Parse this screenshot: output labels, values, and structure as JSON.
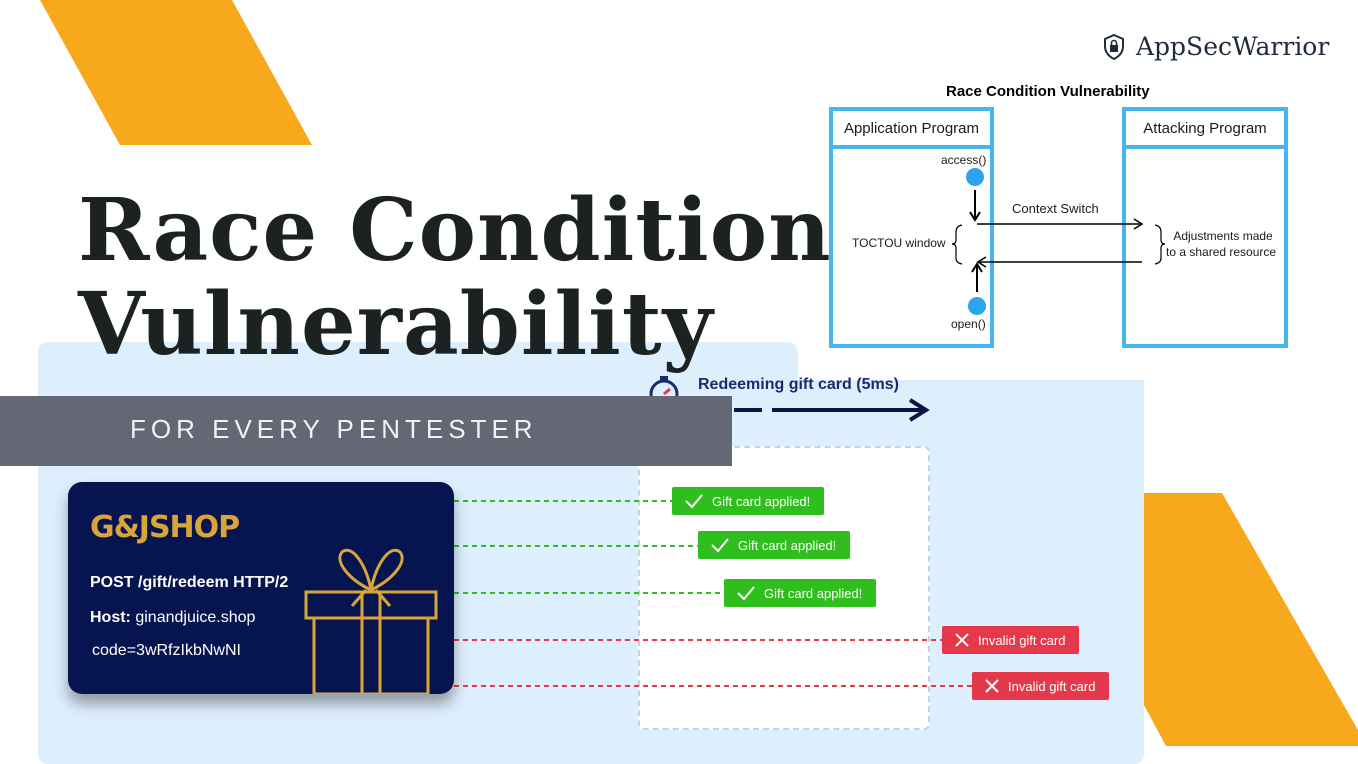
{
  "brand": {
    "name": "AppSecWarrior",
    "icon": "shield-lock-icon"
  },
  "headline": {
    "line1": "Race Condition",
    "line2": "Vulnerability"
  },
  "subtitle": "FOR EVERY PENTESTER",
  "colors": {
    "accent_orange": "#f8a81d",
    "panel_blue": "#ddeefc",
    "card_navy": "#061450",
    "success": "#2fbe1e",
    "error": "#e5394b",
    "lane_blue": "#4ab4ee"
  },
  "redeem": {
    "label": "Redeeming gift card (5ms)",
    "icon": "stopwatch-icon"
  },
  "gift_card": {
    "logo": "G&JSHOP",
    "method_line": "POST /gift/redeem HTTP/2",
    "host_key": "Host:",
    "host_value": " ginandjuice.shop",
    "code_line": "code=3wRfzIkbNwNI",
    "icon": "gift-box-icon"
  },
  "results": [
    {
      "text": "Gift card applied!",
      "status": "success",
      "icon": "check-icon"
    },
    {
      "text": "Gift card applied!",
      "status": "success",
      "icon": "check-icon"
    },
    {
      "text": "Gift card applied!",
      "status": "success",
      "icon": "check-icon"
    },
    {
      "text": "Invalid gift card",
      "status": "error",
      "icon": "close-icon"
    },
    {
      "text": "Invalid gift card",
      "status": "error",
      "icon": "close-icon"
    }
  ],
  "diagram": {
    "title": "Race Condition Vulnerability",
    "lane_left": "Application Program",
    "lane_right": "Attacking Program",
    "access": "access()",
    "open": "open()",
    "context_switch": "Context Switch",
    "toctou": "TOCTOU window",
    "adjust_line1": "Adjustments made",
    "adjust_line2": "to a shared resource"
  }
}
